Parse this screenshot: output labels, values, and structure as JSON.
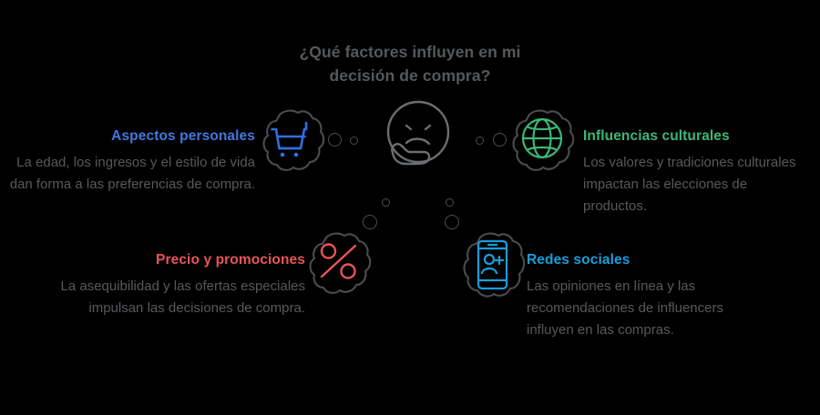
{
  "title": {
    "line1": "¿Qué factores influyen en mi",
    "line2": "decisión de compra?"
  },
  "colors": {
    "background": "#000000",
    "body_text": "#56595c",
    "title_text": "#56595c",
    "bubble_outline": "#4a4d50",
    "personal_accent": "#4277e0",
    "cultural_accent": "#3cb878",
    "precio_accent": "#e8545a",
    "redes_accent": "#1a9dd9",
    "face_outline": "#6b6e71"
  },
  "blocks": [
    {
      "id": "personal",
      "heading": "Aspectos personales",
      "body": "La edad, los ingresos y el estilo de vida dan forma a las preferencias de compra.",
      "accent": "#4277e0",
      "align": "right",
      "icon": "shopping-cart-icon"
    },
    {
      "id": "cultural",
      "heading": "Influencias culturales",
      "body": "Los valores y tradiciones culturales impactan las elecciones de productos.",
      "accent": "#3cb878",
      "align": "left",
      "icon": "globe-icon"
    },
    {
      "id": "precio",
      "heading": "Precio y promociones",
      "body": "La asequibilidad y las ofertas especiales impulsan las decisiones de compra.",
      "accent": "#e8545a",
      "align": "right",
      "icon": "percent-icon"
    },
    {
      "id": "redes",
      "heading": "Redes sociales",
      "body": "Las opiniones en línea y las recomendaciones de influencers influyen en las compras.",
      "accent": "#1a9dd9",
      "align": "left",
      "icon": "smartphone-add-person-icon"
    }
  ],
  "center_icon": {
    "name": "thinking-face-icon",
    "color": "#6b6e71"
  },
  "connector_dots": {
    "name": "thought-bubble-dots",
    "count": 8,
    "color": "#4a4d50"
  }
}
